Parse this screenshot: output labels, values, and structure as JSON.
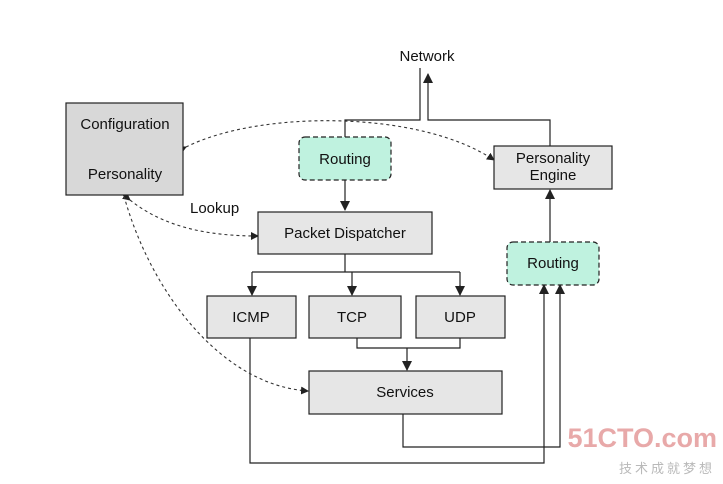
{
  "nodes": {
    "network": "Network",
    "configuration": "Configuration",
    "personality": "Personality",
    "routing_top": "Routing",
    "personality_engine_line1": "Personality",
    "personality_engine_line2": "Engine",
    "lookup": "Lookup",
    "packet_dispatcher": "Packet Dispatcher",
    "routing_right": "Routing",
    "icmp": "ICMP",
    "tcp": "TCP",
    "udp": "UDP",
    "services": "Services"
  },
  "watermark": {
    "main": "51CTO.com",
    "sub": "技术成就梦想"
  },
  "colors": {
    "box_fill": "#e6e6e6",
    "box_fill_dark": "#d8d8d8",
    "routing_fill": "#bff2df",
    "line": "#222222",
    "watermark": "#e8a9a9"
  }
}
